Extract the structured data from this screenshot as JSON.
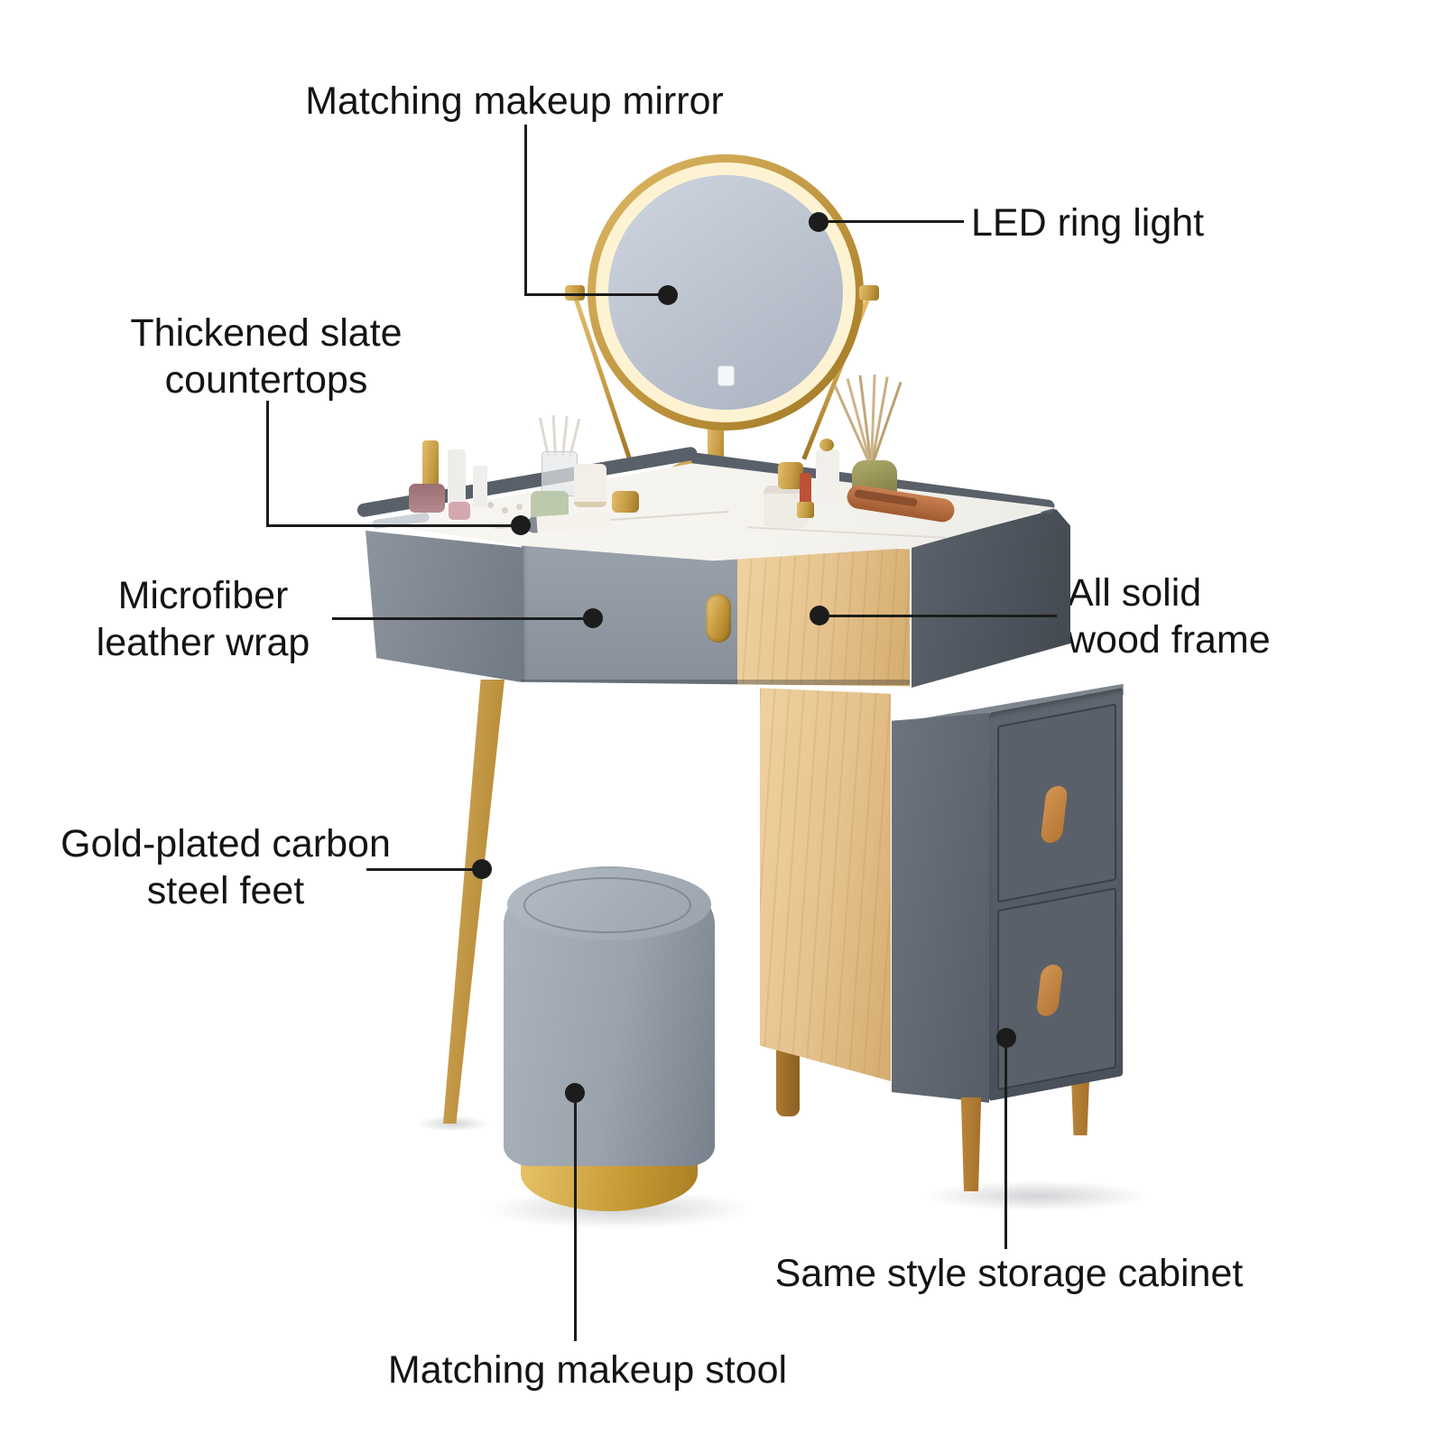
{
  "annotations": [
    {
      "id": "matching-makeup-mirror",
      "lines": [
        "Matching makeup mirror"
      ]
    },
    {
      "id": "led-ring-light",
      "lines": [
        "LED ring light"
      ]
    },
    {
      "id": "thickened-slate-countertops",
      "lines": [
        "Thickened slate",
        "countertops"
      ]
    },
    {
      "id": "microfiber-leather-wrap",
      "lines": [
        "Microfiber",
        "leather wrap"
      ]
    },
    {
      "id": "all-solid-wood-frame",
      "lines": [
        "All solid",
        "wood frame"
      ]
    },
    {
      "id": "gold-plated-carbon-steel-feet",
      "lines": [
        "Gold-plated carbon",
        "steel feet"
      ]
    },
    {
      "id": "same-style-storage-cabinet",
      "lines": [
        "Same style storage cabinet"
      ]
    },
    {
      "id": "matching-makeup-stool",
      "lines": [
        "Matching makeup stool"
      ]
    }
  ],
  "colors": {
    "background": "#ffffff",
    "label_text": "#141414",
    "callout": "#1c1c1c",
    "gold": "#c59c44",
    "gold_light": "#e3bd6b",
    "wood": "#e6c38f",
    "marble": "#f5f3ee",
    "table_gray": "#99a1ab",
    "table_gray_dark": "#565c65",
    "trim_gray": "#5a6069",
    "cabinet_gray": "#575d67",
    "stool_gray": "#9aa2ac",
    "mirror_glass": "#c2cad5",
    "led_glow": "#fdf3d3",
    "handle_tan": "#c08347"
  }
}
